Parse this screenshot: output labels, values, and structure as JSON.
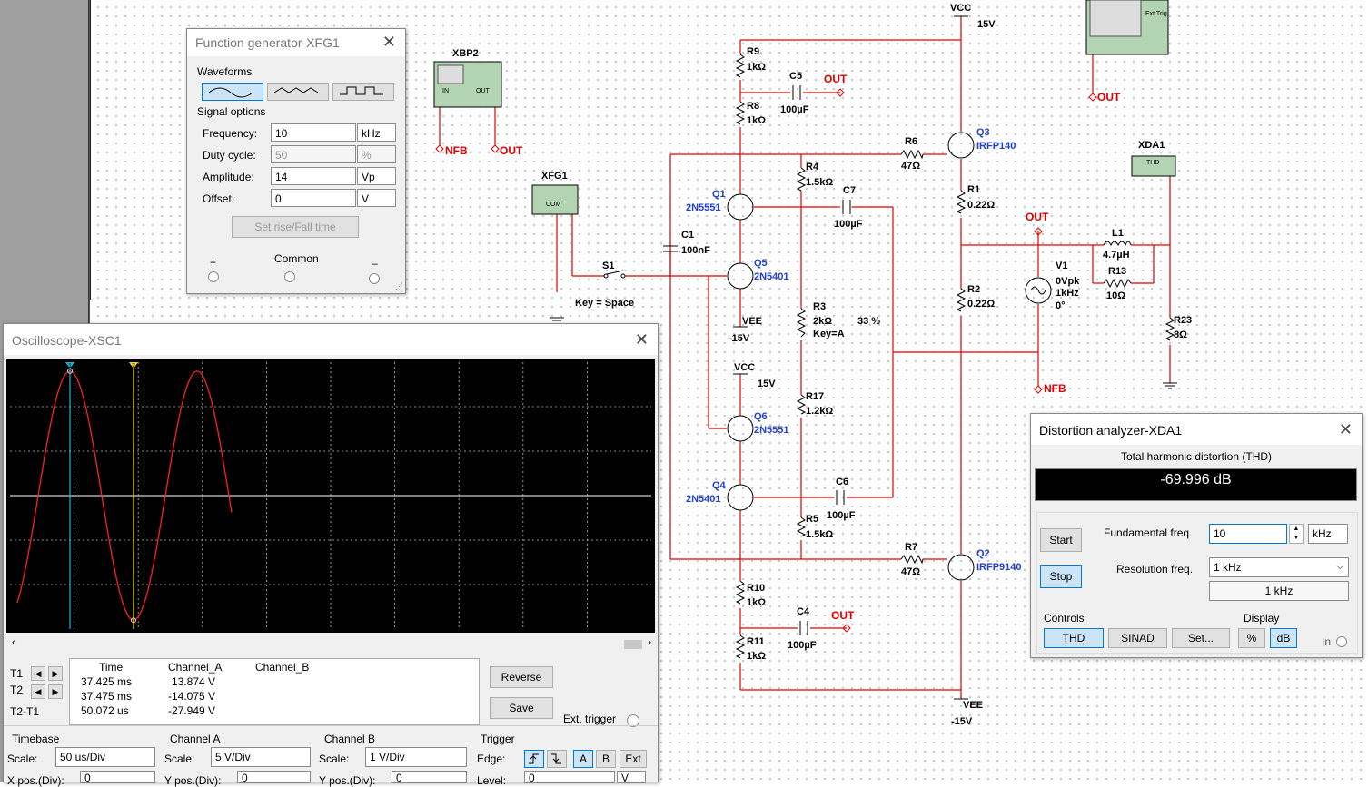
{
  "schematic": {
    "vcc_top": {
      "name": "VCC",
      "value": "15V"
    },
    "vee_bottom": {
      "name": "VEE",
      "value": "-15V"
    },
    "vee_q5": {
      "name": "VEE",
      "value": "-15V"
    },
    "vcc_q6": {
      "name": "VCC",
      "value": "15V"
    },
    "r9": {
      "name": "R9",
      "value": "1kΩ"
    },
    "r8": {
      "name": "R8",
      "value": "1kΩ"
    },
    "c5": {
      "name": "C5",
      "value": "100µF"
    },
    "r6": {
      "name": "R6",
      "value": "47Ω"
    },
    "q3": {
      "name": "Q3",
      "model": "IRFP140"
    },
    "r4": {
      "name": "R4",
      "value": "1.5kΩ"
    },
    "c7": {
      "name": "C7",
      "value": "100µF"
    },
    "q1": {
      "name": "Q1",
      "model": "2N5551"
    },
    "r1": {
      "name": "R1",
      "value": "0.22Ω"
    },
    "c1": {
      "name": "C1",
      "value": "100nF"
    },
    "q5": {
      "name": "Q5",
      "model": "2N5401"
    },
    "l1": {
      "name": "L1",
      "value": "4.7µH"
    },
    "r13": {
      "name": "R13",
      "value": "10Ω"
    },
    "v1": {
      "name": "V1",
      "vpk": "0Vpk",
      "freq": "1kHz",
      "phase": "0°"
    },
    "r2": {
      "name": "R2",
      "value": "0.22Ω"
    },
    "r3": {
      "name": "R3",
      "value": "2kΩ",
      "key": "Key=A",
      "percent": "33 %"
    },
    "r23": {
      "name": "R23",
      "value": "8Ω"
    },
    "r17": {
      "name": "R17",
      "value": "1.2kΩ"
    },
    "q6": {
      "name": "Q6",
      "model": "2N5551"
    },
    "q4": {
      "name": "Q4",
      "model": "2N5401"
    },
    "c6": {
      "name": "C6",
      "value": "100µF"
    },
    "r5": {
      "name": "R5",
      "value": "1.5kΩ"
    },
    "r7": {
      "name": "R7",
      "value": "47Ω"
    },
    "q2": {
      "name": "Q2",
      "model": "IRFP9140"
    },
    "r10": {
      "name": "R10",
      "value": "1kΩ"
    },
    "c4": {
      "name": "C4",
      "value": "100µF"
    },
    "r11": {
      "name": "R11",
      "value": "1kΩ"
    },
    "s1": {
      "name": "S1",
      "key": "Key = Space"
    },
    "xbp2": {
      "name": "XBP2",
      "in": "IN",
      "out": "OUT"
    },
    "xfg1": {
      "name": "XFG1",
      "com": "COM"
    },
    "xda1": {
      "name": "XDA1",
      "thd": "THD"
    },
    "scope_ext": "Ext Trig",
    "nets": {
      "out": "OUT",
      "nfb": "NFB"
    }
  },
  "function_generator": {
    "title": "Function generator-XFG1",
    "waveforms_label": "Waveforms",
    "signal_options_label": "Signal options",
    "rows": [
      {
        "label": "Frequency:",
        "value": "10",
        "unit": "kHz"
      },
      {
        "label": "Duty cycle:",
        "value": "50",
        "unit": "%"
      },
      {
        "label": "Amplitude:",
        "value": "14",
        "unit": "Vp"
      },
      {
        "label": "Offset:",
        "value": "0",
        "unit": "V"
      }
    ],
    "rise_fall_button": "Set rise/Fall time",
    "plus_label": "+",
    "common_label": "Common",
    "minus_label": "_"
  },
  "oscilloscope": {
    "title": "Oscilloscope-XSC1",
    "cursor1": "1",
    "cursor2": "2",
    "headers": {
      "time": "Time",
      "cha": "Channel_A",
      "chb": "Channel_B"
    },
    "rows": [
      {
        "label": "T1",
        "time": "37.425 ms",
        "cha": "13.874 V",
        "chb": ""
      },
      {
        "label": "T2",
        "time": "37.475 ms",
        "cha": "-14.075 V",
        "chb": ""
      },
      {
        "label": "T2-T1",
        "time": "50.072 us",
        "cha": "-27.949 V",
        "chb": ""
      }
    ],
    "reverse_button": "Reverse",
    "save_button": "Save",
    "ext_trigger_label": "Ext. trigger",
    "timebase": {
      "label": "Timebase",
      "scale_label": "Scale:",
      "scale": "50 us/Div",
      "ypos_label": "X pos.(Div):",
      "ypos": "0"
    },
    "channel_a": {
      "label": "Channel A",
      "scale_label": "Scale:",
      "scale": "5  V/Div",
      "ypos_label": "Y pos.(Div):",
      "ypos": "0"
    },
    "channel_b": {
      "label": "Channel B",
      "scale_label": "Scale:",
      "scale": "1  V/Div",
      "ypos_label": "Y pos.(Div):",
      "ypos": "0"
    },
    "trigger": {
      "label": "Trigger",
      "edge_label": "Edge:",
      "level_label": "Level:",
      "level": "0",
      "level_unit": "V",
      "a": "A",
      "b": "B",
      "ext": "Ext"
    },
    "trace_color": "#ff2020",
    "cursor1_color": "#19b6d2",
    "cursor2_color": "#f0e020"
  },
  "distortion_analyzer": {
    "title": "Distortion analyzer-XDA1",
    "header": "Total harmonic distortion (THD)",
    "reading": "-69.996 dB",
    "start_button": "Start",
    "stop_button": "Stop",
    "fund_label": "Fundamental freq.",
    "fund_value": "10",
    "fund_unit": "kHz",
    "res_label": "Resolution freq.",
    "res_value": "1 kHz",
    "res_display": "1 kHz",
    "controls_label": "Controls",
    "display_label": "Display",
    "thd_button": "THD",
    "sinad_button": "SINAD",
    "set_button": "Set...",
    "percent_button": "%",
    "db_button": "dB",
    "in_label": "In"
  }
}
